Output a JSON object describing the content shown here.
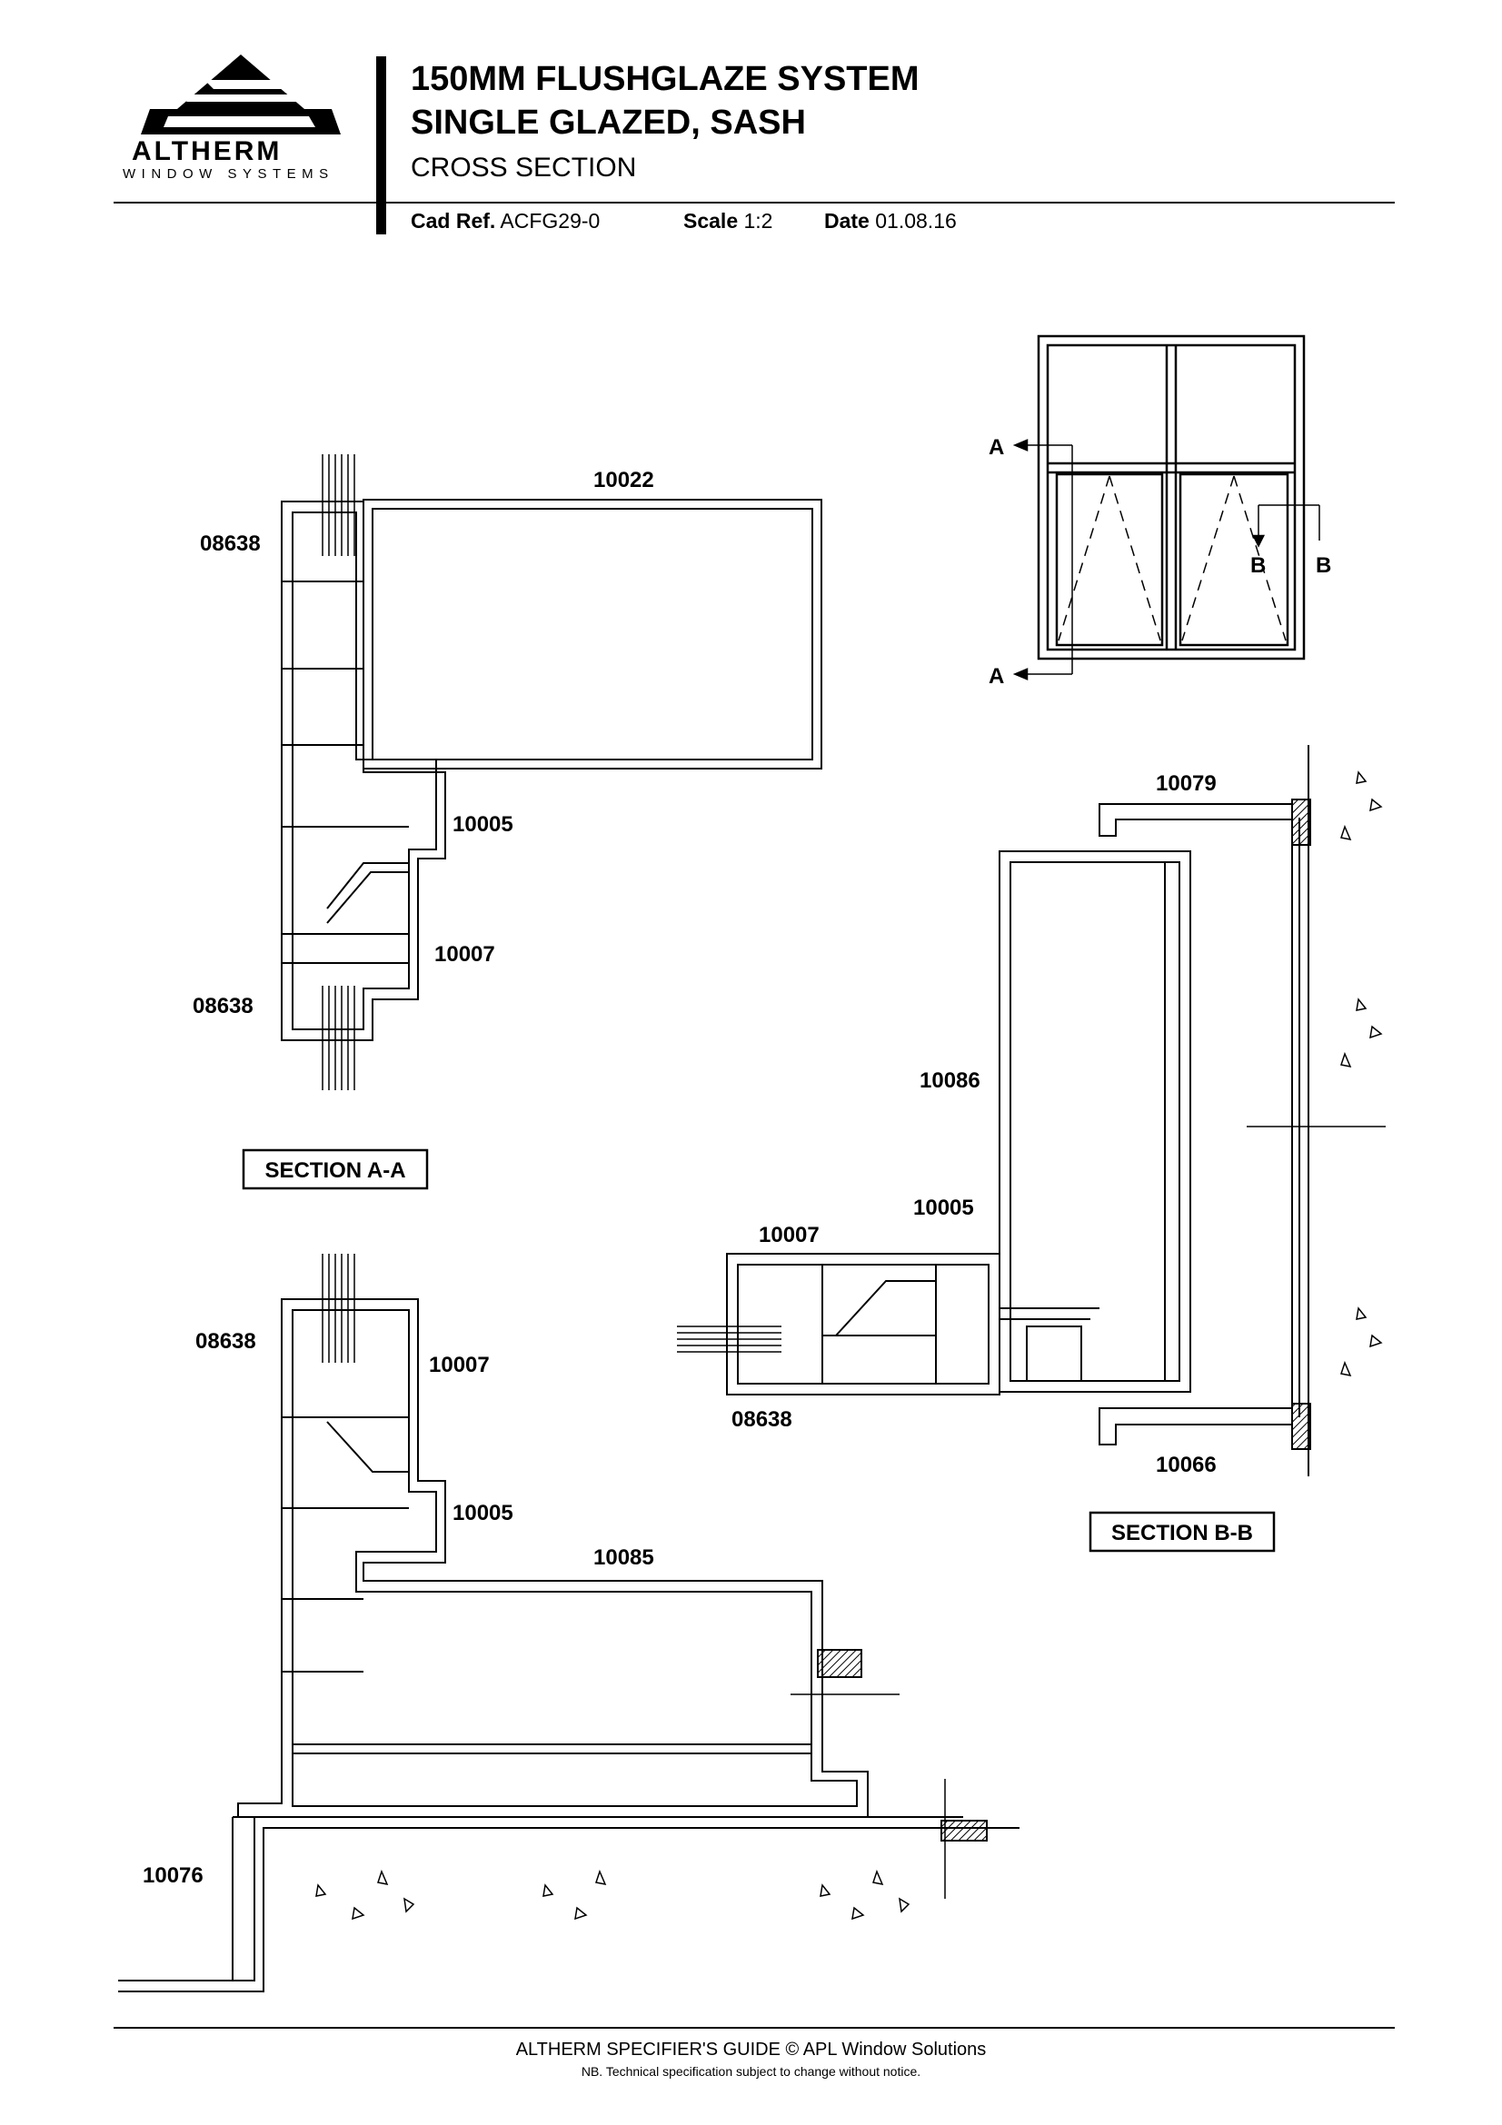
{
  "header": {
    "brand_name": "ALTHERM",
    "brand_sub": "WINDOW SYSTEMS",
    "title_line1": "150MM FLUSHGLAZE SYSTEM",
    "title_line2": "SINGLE GLAZED, SASH",
    "subtitle": "CROSS SECTION",
    "cad_ref_label": "Cad Ref.",
    "cad_ref_value": "ACFG29-0",
    "scale_label": "Scale",
    "scale_value": "1:2",
    "date_label": "Date",
    "date_value": "01.08.16"
  },
  "section_aa": {
    "label": "SECTION A-A",
    "parts": {
      "top_glazing": "08638",
      "transom": "10022",
      "bead": "10005",
      "sash": "10007",
      "bottom_glazing": "08638"
    }
  },
  "section_aa_lower": {
    "parts": {
      "glazing": "08638",
      "sash": "10007",
      "bead": "10005",
      "sill": "10085",
      "base": "10076"
    }
  },
  "section_bb": {
    "label": "SECTION B-B",
    "parts": {
      "head_cap": "10079",
      "jamb": "10086",
      "bead": "10005",
      "sash": "10007",
      "glazing": "08638",
      "sill_cap": "10066"
    }
  },
  "elevation": {
    "markers": {
      "a_top": "A",
      "a_bottom": "A",
      "b_left": "B",
      "b_right": "B"
    }
  },
  "footer": {
    "line1": "ALTHERM SPECIFIER'S GUIDE  © APL Window Solutions",
    "line2": "NB. Technical specification subject to change without notice."
  }
}
